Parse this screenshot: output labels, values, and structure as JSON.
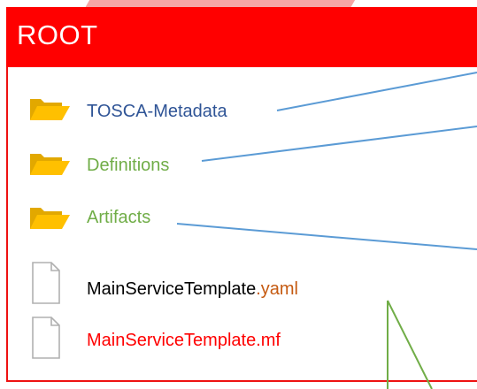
{
  "root": {
    "title": "ROOT"
  },
  "items": [
    {
      "kind": "folder",
      "label": "TOSCA-Metadata"
    },
    {
      "kind": "folder",
      "label": "Definitions"
    },
    {
      "kind": "folder",
      "label": "Artifacts"
    },
    {
      "kind": "file",
      "label_base": "MainServiceTemplate",
      "label_ext": ".yaml"
    },
    {
      "kind": "file",
      "label": "MainServiceTemplate.mf"
    }
  ],
  "colors": {
    "header": "#ff0000",
    "folder": "#ffc000",
    "blue_label": "#2f5496",
    "green_label": "#70ad47",
    "red_label": "#ff0000",
    "ext_orange": "#c55a11",
    "connector_blue": "#5b9bd5",
    "connector_green": "#70ad47"
  }
}
